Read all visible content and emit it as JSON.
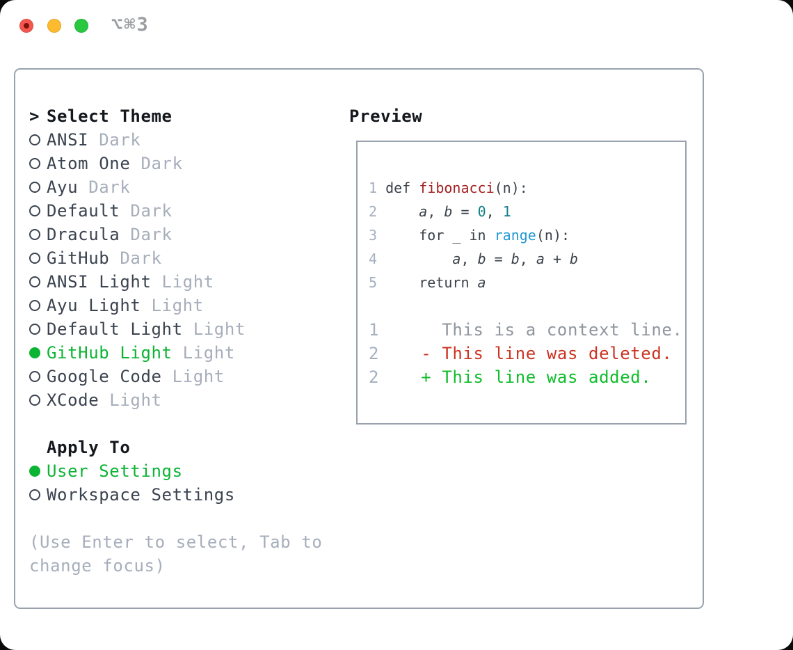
{
  "window": {
    "shortcut_label": "⌥⌘3",
    "traffic_lights": [
      "close",
      "minimize",
      "zoom"
    ]
  },
  "colors": {
    "green_ui": "#0cb434",
    "green_diff": "#10bd2b",
    "red_diff": "#cb3422",
    "red_syntax": "#a32020",
    "teal_syntax": "#0d7e87",
    "blue_syntax": "#2399d6",
    "border_gray": "#99a2ad",
    "text_primary": "#3b434f",
    "text_secondary": "#a6aebb",
    "line_number": "#a5b0bf"
  },
  "theme_list": {
    "prompt": ">",
    "title": "Select Theme",
    "themes": [
      {
        "name": "ANSI",
        "variant": "Dark",
        "selected": false
      },
      {
        "name": "Atom One",
        "variant": "Dark",
        "selected": false
      },
      {
        "name": "Ayu",
        "variant": "Dark",
        "selected": false
      },
      {
        "name": "Default",
        "variant": "Dark",
        "selected": false
      },
      {
        "name": "Dracula",
        "variant": "Dark",
        "selected": false
      },
      {
        "name": "GitHub",
        "variant": "Dark",
        "selected": false
      },
      {
        "name": "ANSI Light",
        "variant": "Light",
        "selected": false
      },
      {
        "name": "Ayu Light",
        "variant": "Light",
        "selected": false
      },
      {
        "name": "Default Light",
        "variant": "Light",
        "selected": false
      },
      {
        "name": "GitHub Light",
        "variant": "Light",
        "selected": true
      },
      {
        "name": "Google Code",
        "variant": "Light",
        "selected": false
      },
      {
        "name": "XCode",
        "variant": "Light",
        "selected": false
      }
    ]
  },
  "apply_to": {
    "title": "Apply To",
    "options": [
      {
        "label": "User Settings",
        "selected": true
      },
      {
        "label": "Workspace Settings",
        "selected": false
      }
    ]
  },
  "hint": "(Use Enter to select, Tab to change focus)",
  "preview": {
    "title": "Preview",
    "code_lines": [
      {
        "num": "1",
        "segments": [
          [
            "def ",
            "plain"
          ],
          [
            "fibonacci",
            "function"
          ],
          [
            "(n):",
            "plain"
          ]
        ]
      },
      {
        "num": "2",
        "segments": [
          [
            "    ",
            "plain"
          ],
          [
            "a",
            "variable"
          ],
          [
            ", ",
            "plain"
          ],
          [
            "b",
            "variable"
          ],
          [
            " = ",
            "plain"
          ],
          [
            "0",
            "number"
          ],
          [
            ", ",
            "plain"
          ],
          [
            "1",
            "number"
          ]
        ]
      },
      {
        "num": "3",
        "segments": [
          [
            "    for _ in ",
            "plain"
          ],
          [
            "range",
            "builtin"
          ],
          [
            "(n):",
            "plain"
          ]
        ]
      },
      {
        "num": "4",
        "segments": [
          [
            "        ",
            "plain"
          ],
          [
            "a",
            "variable"
          ],
          [
            ", ",
            "plain"
          ],
          [
            "b",
            "variable"
          ],
          [
            " = ",
            "plain"
          ],
          [
            "b",
            "variable"
          ],
          [
            ", ",
            "plain"
          ],
          [
            "a",
            "variable"
          ],
          [
            " + ",
            "plain"
          ],
          [
            "b",
            "variable"
          ]
        ]
      },
      {
        "num": "5",
        "segments": [
          [
            "    return ",
            "plain"
          ],
          [
            "a",
            "variable"
          ]
        ]
      }
    ],
    "diff_lines": [
      {
        "num": "1",
        "text": "      This is a context line.",
        "kind": "context"
      },
      {
        "num": "2",
        "text": "    - This line was deleted.",
        "kind": "deleted"
      },
      {
        "num": "2",
        "text": "    + This line was added.",
        "kind": "added"
      }
    ]
  }
}
